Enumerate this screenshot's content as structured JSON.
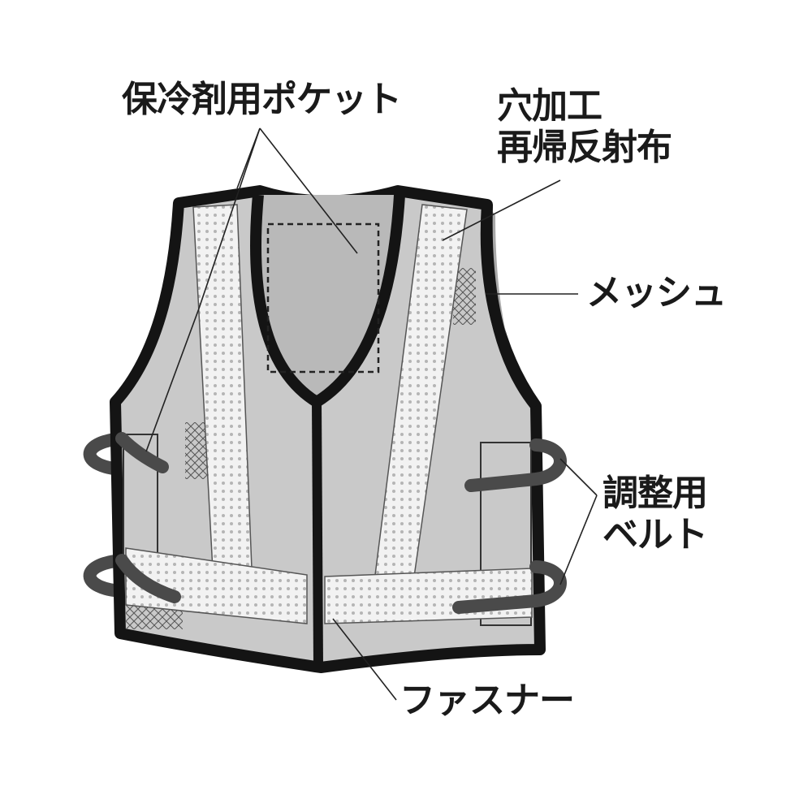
{
  "labels": {
    "pocket": "保冷剤用ポケット",
    "reflect_line1": "穴加工",
    "reflect_line2": "再帰反射布",
    "mesh": "メッシュ",
    "belt_line1": "調整用",
    "belt_line2": "ベルト",
    "zipper": "ファスナー"
  },
  "colors": {
    "outline": "#141414",
    "body": "#c9c9c9",
    "reflective_tape": "#f2f2f2",
    "tape_dots": "#b5b5b5",
    "belt": "#4a4a4a",
    "leader_line": "#222222"
  }
}
